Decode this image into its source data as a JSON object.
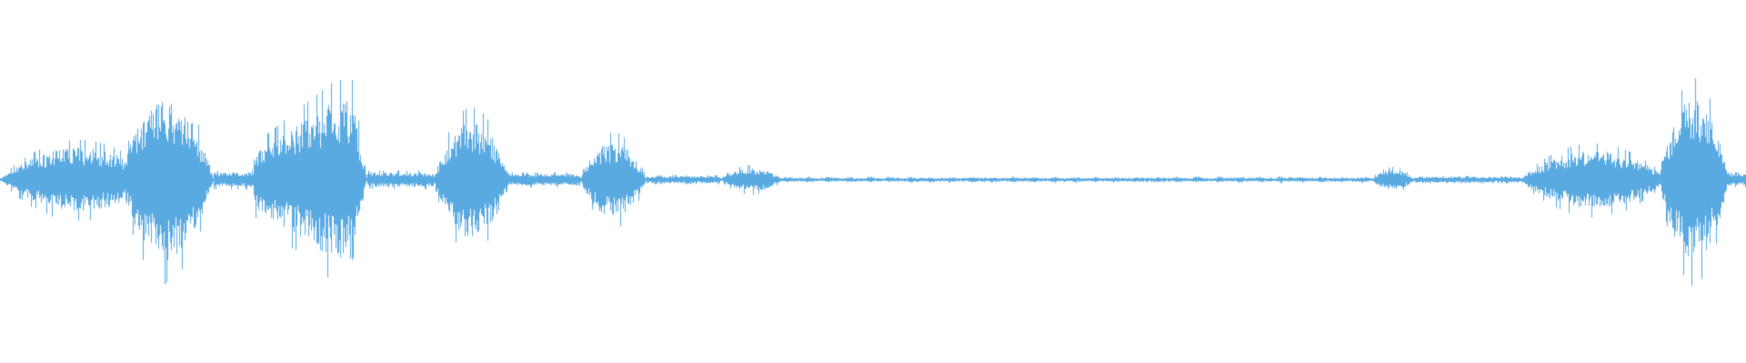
{
  "waveform": {
    "color": "#5AAAE2",
    "background": "#ffffff",
    "segments": [
      {
        "start": 0.0,
        "end": 0.09,
        "level": 0.22,
        "shape": "tri"
      },
      {
        "start": 0.08,
        "end": 0.115,
        "level": 0.04,
        "shape": "flat"
      },
      {
        "start": 0.068,
        "end": 0.122,
        "level": 0.55,
        "shape": "tri"
      },
      {
        "start": 0.122,
        "end": 0.145,
        "level": 0.05,
        "shape": "flat"
      },
      {
        "start": 0.145,
        "end": 0.21,
        "level": 0.55,
        "shape": "rampUp"
      },
      {
        "start": 0.21,
        "end": 0.248,
        "level": 0.05,
        "shape": "flat"
      },
      {
        "start": 0.248,
        "end": 0.292,
        "level": 0.4,
        "shape": "tri"
      },
      {
        "start": 0.292,
        "end": 0.332,
        "level": 0.04,
        "shape": "flat"
      },
      {
        "start": 0.332,
        "end": 0.37,
        "level": 0.26,
        "shape": "tri"
      },
      {
        "start": 0.37,
        "end": 0.412,
        "level": 0.025,
        "shape": "flat"
      },
      {
        "start": 0.412,
        "end": 0.448,
        "level": 0.08,
        "shape": "tri"
      },
      {
        "start": 0.448,
        "end": 0.785,
        "level": 0.018,
        "shape": "sparse"
      },
      {
        "start": 0.785,
        "end": 0.81,
        "level": 0.07,
        "shape": "tri"
      },
      {
        "start": 0.81,
        "end": 0.87,
        "level": 0.02,
        "shape": "flat"
      },
      {
        "start": 0.87,
        "end": 0.955,
        "level": 0.2,
        "shape": "tri"
      },
      {
        "start": 0.95,
        "end": 0.99,
        "level": 0.56,
        "shape": "tri"
      },
      {
        "start": 0.985,
        "end": 1.0,
        "level": 0.04,
        "shape": "flat"
      }
    ]
  }
}
